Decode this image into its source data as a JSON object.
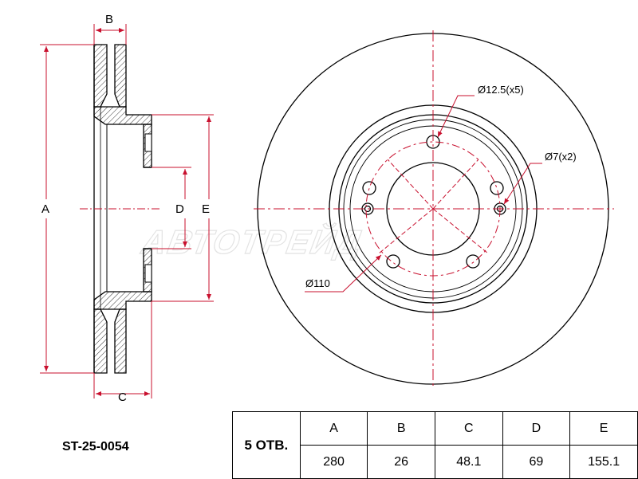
{
  "dimension_labels": {
    "a": "A",
    "b": "B",
    "c": "C",
    "d": "D",
    "e": "E"
  },
  "callouts": {
    "stud_holes": "Ø12.5(x5)",
    "pin_holes": "Ø7(x2)",
    "bolt_circle": "Ø110"
  },
  "watermark": "АВТОТРЕЙД",
  "part_number": "ST-25-0054",
  "quantity": "5 ОТВ.",
  "spec_table": {
    "headers": [
      "A",
      "B",
      "C",
      "D",
      "E"
    ],
    "values": [
      "280",
      "26",
      "48.1",
      "69",
      "155.1"
    ]
  },
  "colors": {
    "line": "#000000",
    "dimension": "#c8102e",
    "hatch": "#000000"
  }
}
